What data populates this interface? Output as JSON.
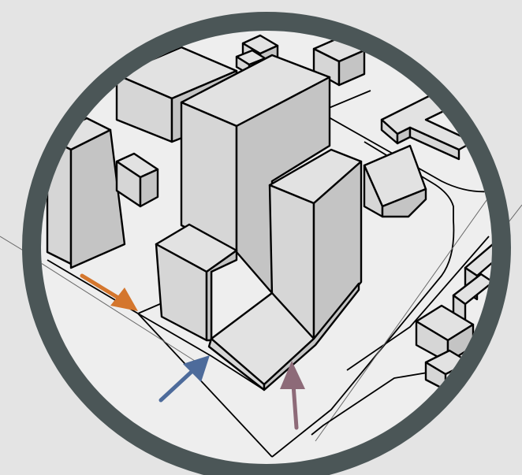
{
  "colors": {
    "background": "#e4e4e4",
    "ground_inner": "#eeeeee",
    "lens_ring": "#4b5657",
    "arrow_orange": "#d4762d",
    "arrow_blue": "#4d6b9b",
    "arrow_mauve": "#8d6a78"
  },
  "arrows": [
    {
      "name": "orange-arrow",
      "color": "arrow_orange"
    },
    {
      "name": "blue-arrow",
      "color": "arrow_blue"
    },
    {
      "name": "mauve-arrow",
      "color": "arrow_mauve"
    }
  ]
}
